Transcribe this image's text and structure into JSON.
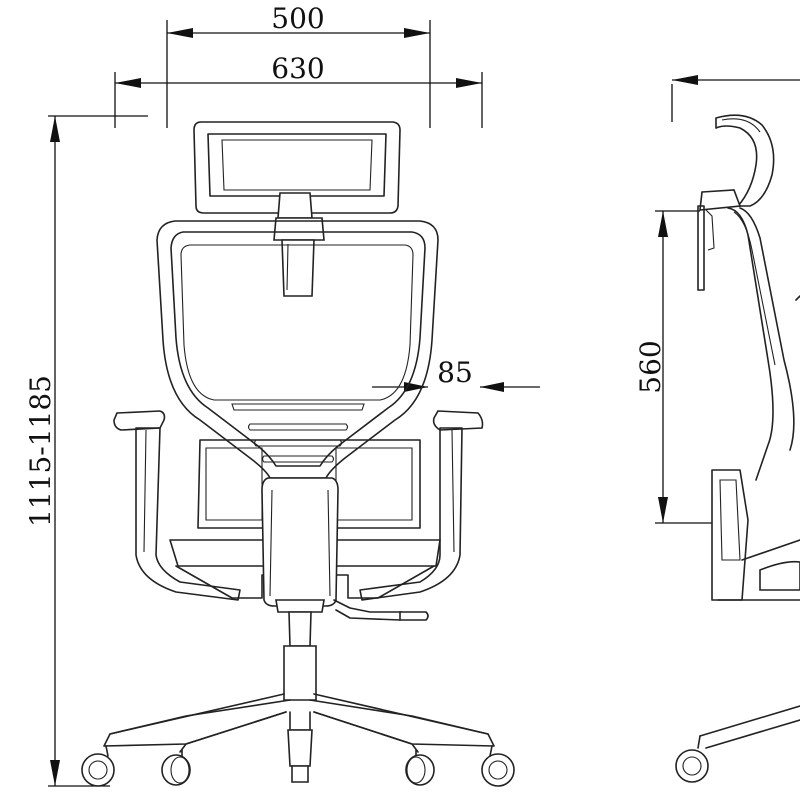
{
  "diagram": {
    "front_view": {
      "width_dimensions": [
        "500",
        "630"
      ],
      "height_dimension": "1115-1185",
      "armrest_offset_dimension": "85"
    },
    "side_view": {
      "backrest_height_dimension": "560"
    }
  },
  "colors": {
    "line": "#222222",
    "background": "#ffffff"
  }
}
